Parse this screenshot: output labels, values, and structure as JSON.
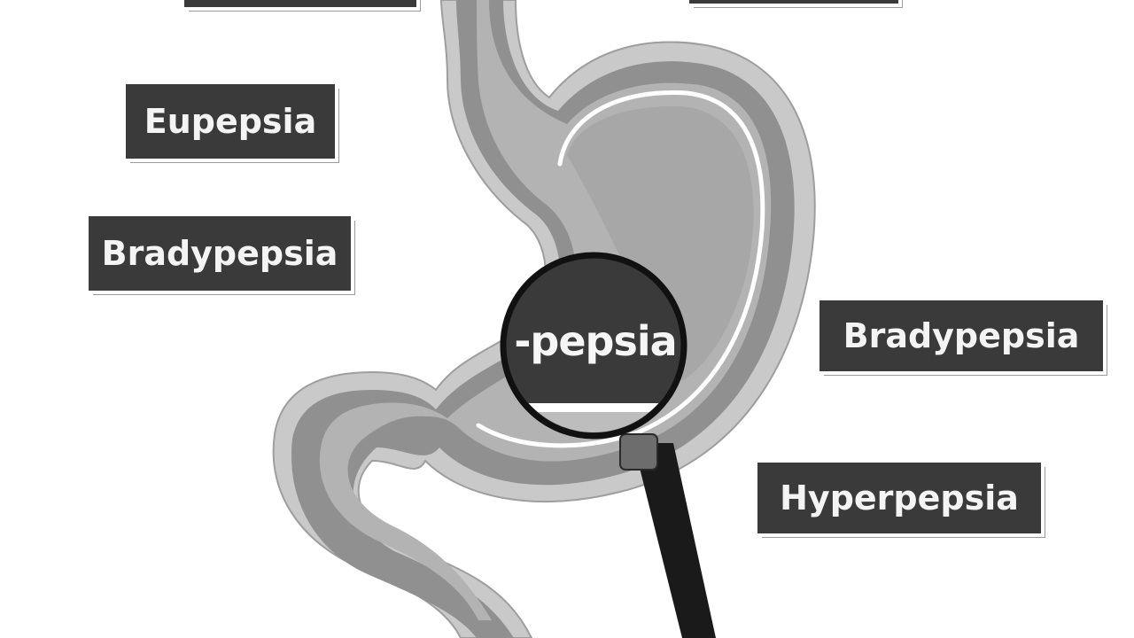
{
  "diagram": {
    "lens_term": "-pepsia",
    "labels": {
      "eupepsia": "Eupepsia",
      "bradypepsia_left": "Bradypepsia",
      "bradypepsia_right": "Bradypepsia",
      "hyperpepsia": "Hyperpepsia"
    }
  },
  "colors": {
    "label_bg": "#3a3a3a",
    "label_text": "#f4f4f4",
    "organ_outer": "#8c8c8c",
    "organ_inner": "#b5b5b5",
    "lens_rim": "#111111",
    "background": "#ffffff"
  },
  "icons": {
    "stomach": "stomach-illustration",
    "magnifier": "magnifying-glass-icon"
  }
}
